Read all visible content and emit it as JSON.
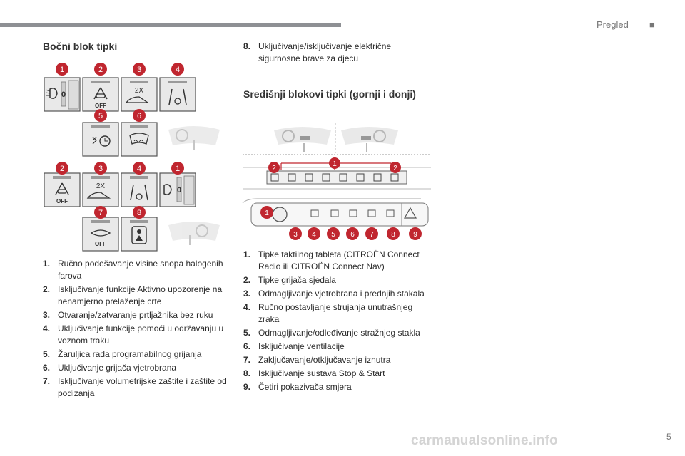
{
  "header": {
    "section": "Pregled",
    "square": "■"
  },
  "left": {
    "title": "Bočni blok tipki",
    "figure": {
      "callouts_row1": [
        "1",
        "2",
        "3",
        "4"
      ],
      "callouts_row2": [
        "5",
        "6"
      ],
      "callouts_row3": [
        "2",
        "3",
        "4",
        "1"
      ],
      "callouts_row4": [
        "7",
        "8"
      ],
      "off_label": "OFF",
      "twice_label": "2X"
    },
    "items": [
      {
        "num": "1.",
        "text": "Ručno podešavanje visine snopa halogenih farova"
      },
      {
        "num": "2.",
        "text": "Isključivanje funkcije Aktivno upozorenje na nenamjerno prelaženje crte"
      },
      {
        "num": "3.",
        "text": "Otvaranje/zatvaranje prtljažnika bez ruku"
      },
      {
        "num": "4.",
        "text": "Uključivanje funkcije pomoći u održavanju u voznom traku"
      },
      {
        "num": "5.",
        "text": "Žaruljica rada programabilnog grijanja"
      },
      {
        "num": "6.",
        "text": "Uključivanje grijača vjetrobrana"
      },
      {
        "num": "7.",
        "text": "Isključivanje volumetrijske zaštite i zaštite od podizanja"
      }
    ]
  },
  "right": {
    "intro": {
      "num": "8.",
      "text": "Uključivanje/isključivanje električne sigurnosne brave za djecu"
    },
    "title": "Središnji blokovi tipki (gornji i donji)",
    "figure": {
      "top_callouts": [
        "2",
        "1",
        "2"
      ],
      "bottom_left_callout": "1",
      "bottom_callouts": [
        "3",
        "4",
        "5",
        "6",
        "7",
        "8",
        "9"
      ]
    },
    "items": [
      {
        "num": "1.",
        "text": "Tipke taktilnog tableta (CITROËN Connect Radio ili CITROËN Connect Nav)"
      },
      {
        "num": "2.",
        "text": "Tipke grijača sjedala"
      },
      {
        "num": "3.",
        "text": "Odmagljivanje vjetrobrana i prednjih stakala"
      },
      {
        "num": "4.",
        "text": "Ručno postavljanje strujanja unutrašnjeg zraka"
      },
      {
        "num": "5.",
        "text": "Odmagljivanje/odleđivanje stražnjeg stakla"
      },
      {
        "num": "6.",
        "text": "Isključivanje ventilacije"
      },
      {
        "num": "7.",
        "text": "Zaključavanje/otključavanje iznutra"
      },
      {
        "num": "8.",
        "text": "Isključivanje sustava Stop & Start"
      },
      {
        "num": "9.",
        "text": "Četiri pokazivača smjera"
      }
    ]
  },
  "footer": {
    "page_number": "5",
    "watermark": "carmanualsonline.info"
  },
  "colors": {
    "callout": "#c0262f",
    "panel": "#e9e9e9",
    "frame": "#555555"
  }
}
